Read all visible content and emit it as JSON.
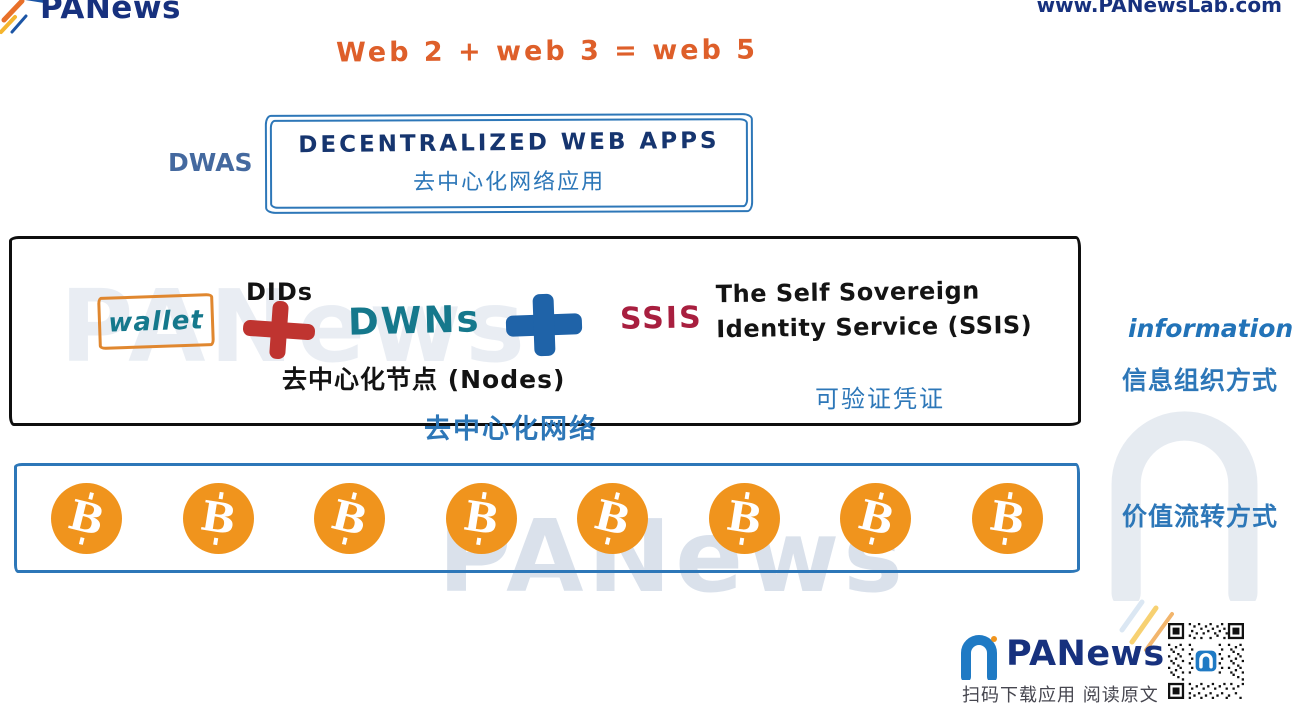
{
  "header": {
    "brand": "PANews",
    "website": "www.PANewsLab.com"
  },
  "title": "Web 2 + web 3 = web 5",
  "dwas": {
    "label": "DWAS",
    "title_en": "DECENTRALIZED WEB APPS",
    "title_zh": "去中心化网络应用"
  },
  "network": {
    "wallet_label": "wallet",
    "dids_label": "DIDs",
    "dwns_label": "DWNs",
    "ssis_label": "SSIS",
    "ssis_full": "The Self Sovereign\nIdentity Service (SSIS)",
    "nodes_label": "去中心化节点 (Nodes)",
    "credential_label": "可验证凭证",
    "caption": "去中心化网络"
  },
  "annotations": {
    "information_en": "information",
    "information_zh": "信息组织方式",
    "value_zh": "价值流转方式"
  },
  "bitcoin": {
    "count": 8,
    "symbol": "B"
  },
  "footer": {
    "brand": "PANews",
    "caption": "扫码下载应用 阅读原文"
  },
  "watermark": {
    "text": "PANews"
  },
  "colors": {
    "orange": "#DE5F2A",
    "bitcoin_orange": "#F0941D",
    "blue": "#2D77B8",
    "navy": "#17317E",
    "teal": "#15788C",
    "red": "#BF3430",
    "maroon": "#A81F3F",
    "wm": "#9FB2CD"
  }
}
